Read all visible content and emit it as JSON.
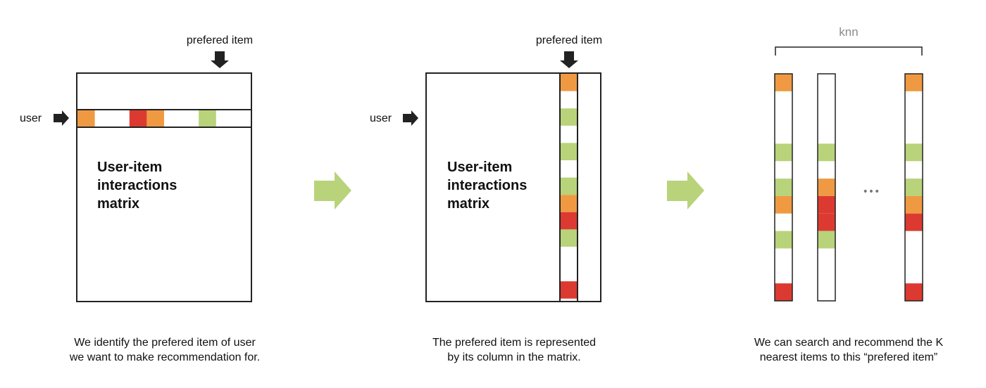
{
  "colors": {
    "orange": "#ef9a42",
    "red": "#dc3a31",
    "green": "#b8d37a",
    "arrow_green": "#b8d37a",
    "border": "#222222",
    "knn_gray": "#8a8a8a"
  },
  "panel1": {
    "prefered_label": "prefered item",
    "user_label": "user",
    "matrix_title": [
      "User-item",
      "interactions",
      "matrix"
    ],
    "row_cells": [
      "orange",
      "empty",
      "empty",
      "red",
      "orange",
      "empty",
      "empty",
      "green",
      "empty",
      "empty"
    ],
    "caption": [
      "We identify the prefered item of user",
      "we want to make recommendation for."
    ]
  },
  "panel2": {
    "prefered_label": "prefered item",
    "user_label": "user",
    "matrix_title": [
      "User-item",
      "interactions",
      "matrix"
    ],
    "column_cells": [
      "orange",
      "empty",
      "green",
      "empty",
      "green",
      "empty",
      "green",
      "orange",
      "red",
      "green",
      "empty",
      "empty",
      "red"
    ],
    "caption": [
      "The prefered item is represented",
      "by its column in the matrix."
    ]
  },
  "panel3": {
    "knn_label": "knn",
    "ellipsis": "•••",
    "columns": [
      [
        "orange",
        "empty",
        "empty",
        "empty",
        "green",
        "empty",
        "green",
        "orange",
        "empty",
        "green",
        "empty",
        "empty",
        "red"
      ],
      [
        "empty",
        "empty",
        "empty",
        "empty",
        "green",
        "empty",
        "orange",
        "red",
        "red",
        "green",
        "empty",
        "empty",
        "empty"
      ],
      [
        "orange",
        "empty",
        "empty",
        "empty",
        "green",
        "empty",
        "green",
        "orange",
        "red",
        "empty",
        "empty",
        "empty",
        "red"
      ]
    ],
    "caption": [
      "We can search and recommend the K",
      "nearest items to this “prefered item”"
    ]
  }
}
